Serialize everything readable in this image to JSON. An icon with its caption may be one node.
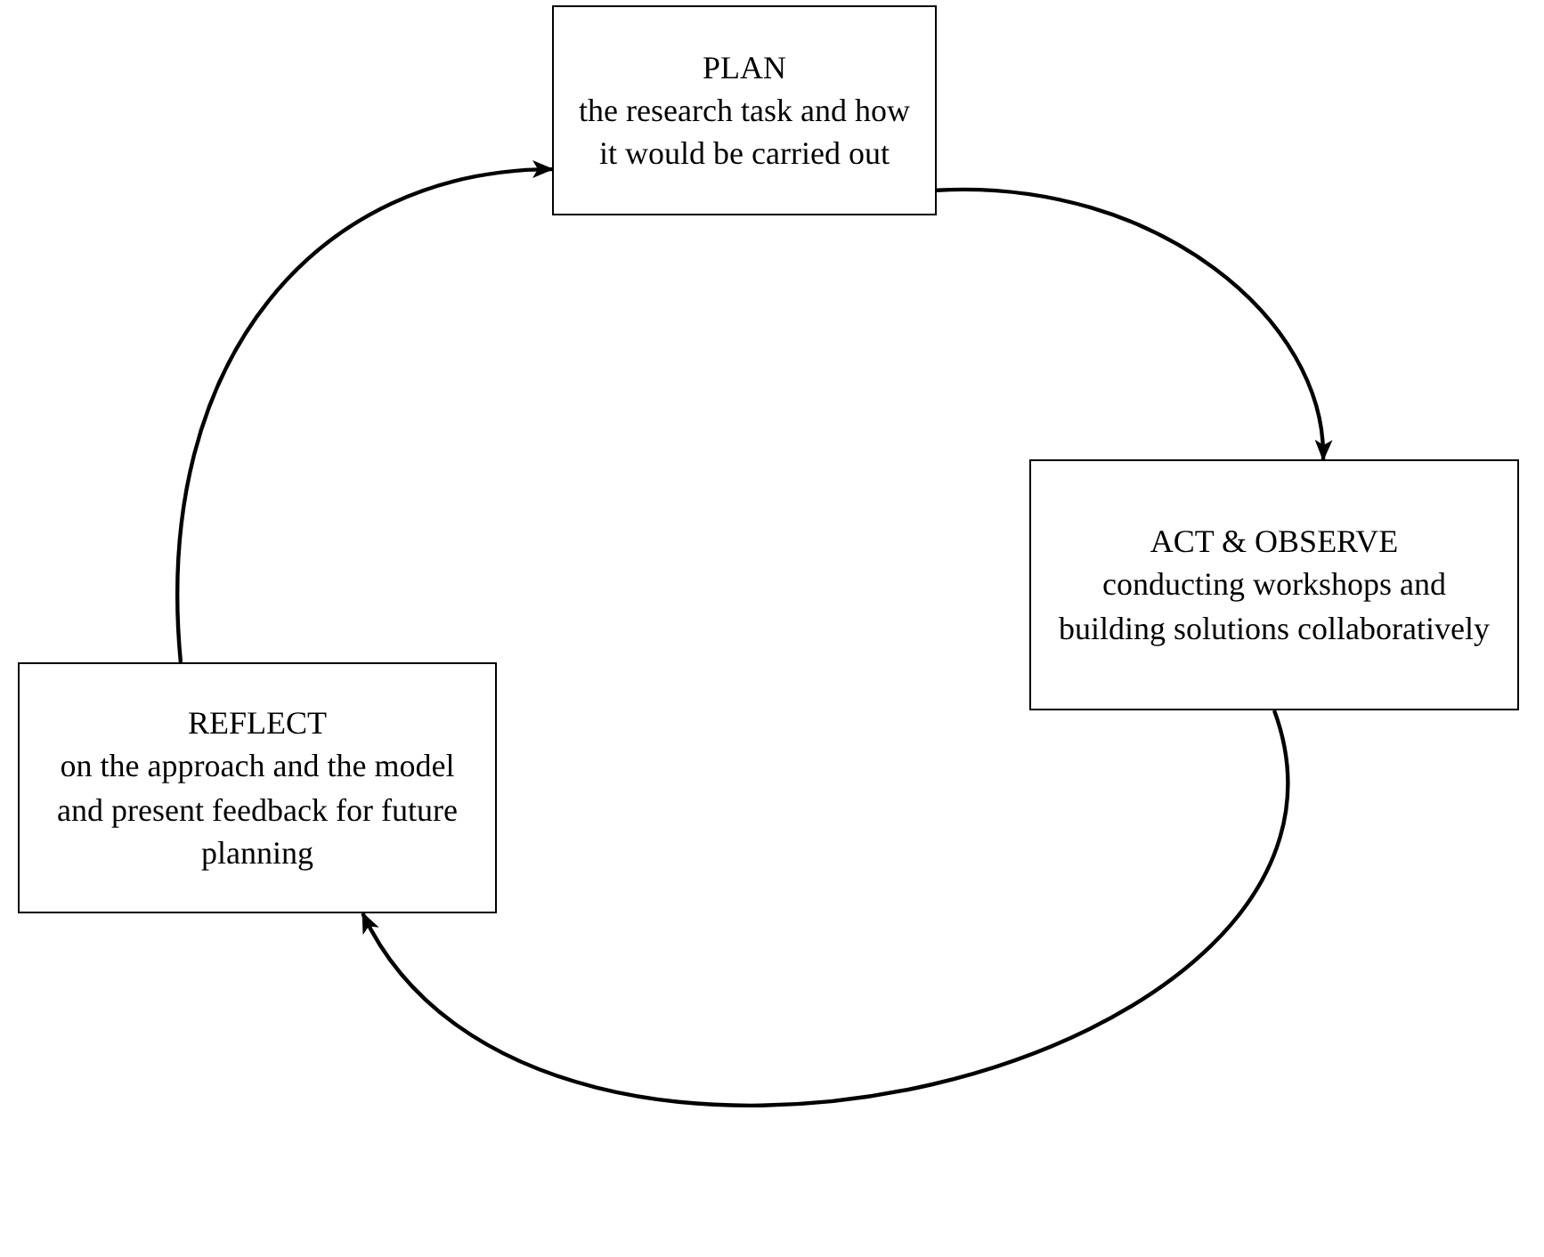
{
  "diagram": {
    "nodes": [
      {
        "text": [
          "PLAN",
          "the research task and how it would be carried out"
        ]
      },
      {
        "text": [
          "ACT & OBSERVE",
          "conducting workshops and building solutions collaboratively"
        ]
      },
      {
        "text": [
          "REFLECT",
          "on the approach and the model and present feedback for future planning"
        ]
      }
    ],
    "edges": [
      {
        "from": 0,
        "to": 1,
        "arrow": "to"
      },
      {
        "from": 1,
        "to": 2,
        "arrow": "to"
      },
      {
        "from": 2,
        "to": 0,
        "arrow": "to"
      }
    ]
  }
}
